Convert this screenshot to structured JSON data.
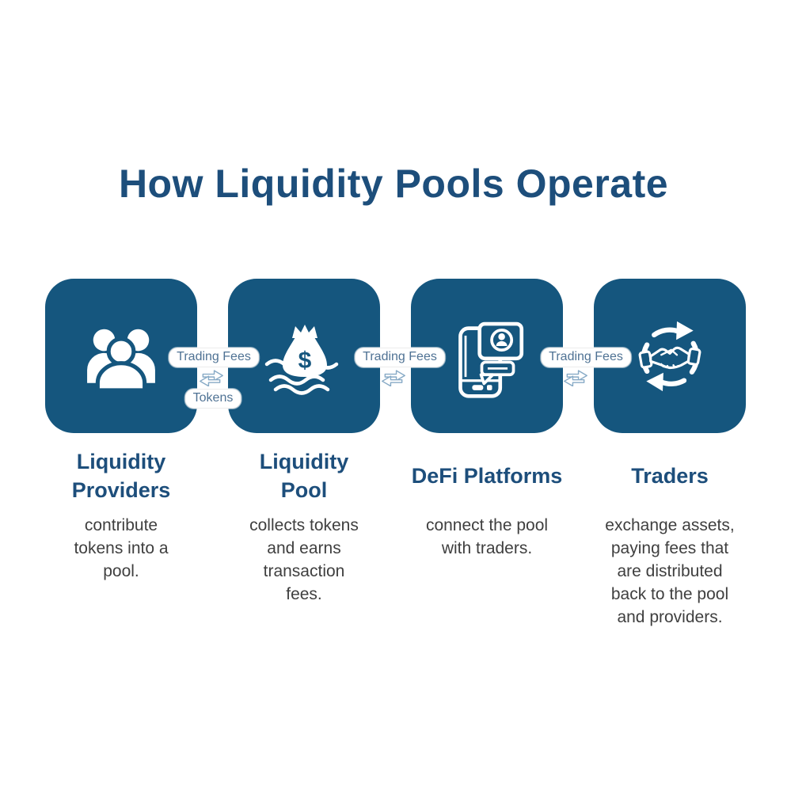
{
  "title": "How Liquidity Pools Operate",
  "colors": {
    "box_blue": "#15567E",
    "heading_navy": "#1D4E7B",
    "body_text": "#3F3F3F",
    "connector_text": "#4F7294",
    "arrow_stroke": "#87AAC6"
  },
  "columns": [
    {
      "id": "liquidity-providers",
      "icon": "people-group-icon",
      "heading": "Liquidity\nProviders",
      "body": "contribute\ntokens into a\npool."
    },
    {
      "id": "liquidity-pool",
      "icon": "money-bag-waves-icon",
      "heading": "Liquidity\nPool",
      "body": "collects tokens\nand earns\ntransaction\nfees."
    },
    {
      "id": "defi-platforms",
      "icon": "phone-profile-card-icon",
      "heading": "DeFi Platforms",
      "body": "connect the pool\nwith traders."
    },
    {
      "id": "traders",
      "icon": "handshake-cycle-icon",
      "heading": "Traders",
      "body": "exchange assets,\npaying fees that\nare distributed\nback to the pool\nand providers."
    }
  ],
  "connectors": [
    {
      "labels": [
        "Trading Fees",
        "Tokens"
      ],
      "arrow": "exchange-arrows-icon"
    },
    {
      "labels": [
        "Trading Fees"
      ],
      "arrow": "exchange-arrows-icon"
    },
    {
      "labels": [
        "Trading Fees"
      ],
      "arrow": "exchange-arrows-icon"
    }
  ]
}
